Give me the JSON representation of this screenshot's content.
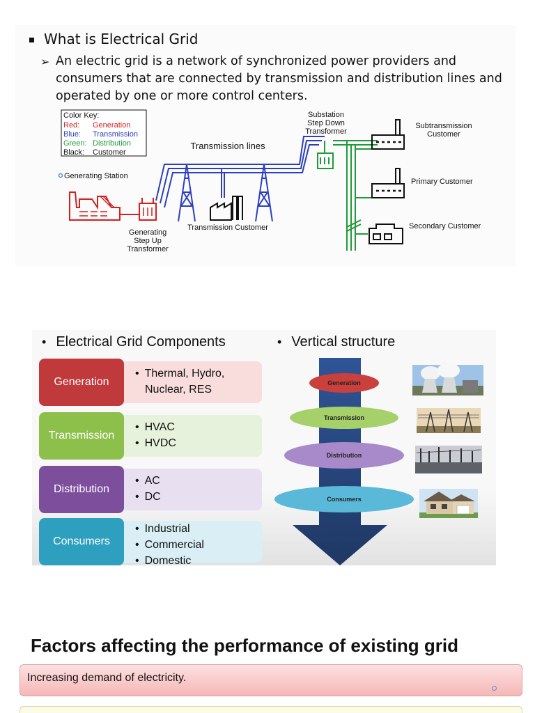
{
  "section1": {
    "heading": "What is Electrical Grid",
    "definition": "An electric grid is a network of synchronized power providers and consumers that are connected by transmission and distribution lines and operated by one or more control centers.",
    "diagram": {
      "color_key": {
        "title": "Color Key:",
        "rows": [
          {
            "color": "Red:",
            "meaning": "Generation",
            "hex": "#d32020"
          },
          {
            "color": "Blue:",
            "meaning": "Transmission",
            "hex": "#2b3fbf"
          },
          {
            "color": "Green:",
            "meaning": "Distribution",
            "hex": "#1f9a3a"
          },
          {
            "color": "Black:",
            "meaning": "Customer",
            "hex": "#111111"
          }
        ]
      },
      "labels": {
        "generating_station": "Generating Station",
        "step_up": [
          "Generating",
          "Step Up",
          "Transformer"
        ],
        "transmission_lines": "Transmission lines",
        "transmission_customer": "Transmission Customer",
        "substation": [
          "Substation",
          "Step Down",
          "Transformer"
        ],
        "subtransmission": [
          "Subtransmission",
          "Customer"
        ],
        "primary": "Primary Customer",
        "secondary": "Secondary Customer"
      }
    }
  },
  "section2": {
    "left_heading": "Electrical Grid Components",
    "right_heading": "Vertical structure",
    "components": [
      {
        "name": "Generation",
        "items": [
          "Thermal, Hydro,",
          "Nuclear, RES"
        ],
        "color": "#c0393b",
        "detail_color": "#f9dcdc"
      },
      {
        "name": "Transmission",
        "items": [
          "HVAC",
          "HVDC"
        ],
        "color": "#8cc04a",
        "detail_color": "#e7f2dc"
      },
      {
        "name": "Distribution",
        "items": [
          "AC",
          "DC"
        ],
        "color": "#7d4e9c",
        "detail_color": "#e8e0f0"
      },
      {
        "name": "Consumers",
        "items": [
          "Industrial",
          "Commercial",
          "Domestic"
        ],
        "color": "#2e9fbf",
        "detail_color": "#d9eef5"
      }
    ],
    "vertical_structure": {
      "levels": [
        {
          "label": "Generation",
          "color": "#c9403d"
        },
        {
          "label": "Transmission",
          "color": "#a6d06a"
        },
        {
          "label": "Distribution",
          "color": "#a889c9"
        },
        {
          "label": "Consumers",
          "color": "#5ab8d8"
        }
      ],
      "arrow_color": "#1f3864",
      "photos": [
        "power-plant-photo",
        "transmission-towers-photo",
        "substation-photo",
        "house-photo"
      ]
    }
  },
  "section3": {
    "title": "Factors affecting the performance of existing grid",
    "factors": [
      "Increasing demand of electricity."
    ]
  }
}
